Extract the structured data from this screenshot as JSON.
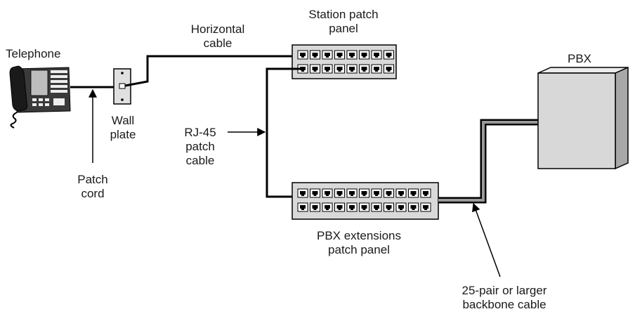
{
  "labels": {
    "telephone": "Telephone",
    "wall_plate": [
      "Wall",
      "plate"
    ],
    "patch_cord": [
      "Patch",
      "cord"
    ],
    "horizontal_cable": [
      "Horizontal",
      "cable"
    ],
    "station_patch_panel": [
      "Station patch",
      "panel"
    ],
    "rj45_patch_cable": [
      "RJ-45",
      "patch",
      "cable"
    ],
    "pbx": "PBX",
    "pbx_extensions_patch_panel": [
      "PBX extensions",
      "patch panel"
    ],
    "backbone_cable": [
      "25-pair or larger",
      "backbone cable"
    ]
  },
  "colors": {
    "line": "#000000",
    "panel_fill": "#d9d9d9",
    "pbx_front": "#d8d8d8",
    "pbx_side": "#a8a8a8",
    "pbx_top": "#ebebeb",
    "backbone_fill": "#9a9a9a"
  },
  "panels": {
    "station": {
      "rows": 2,
      "ports_per_row": 8
    },
    "pbx_extensions": {
      "rows": 2,
      "ports_per_row": 11
    }
  }
}
